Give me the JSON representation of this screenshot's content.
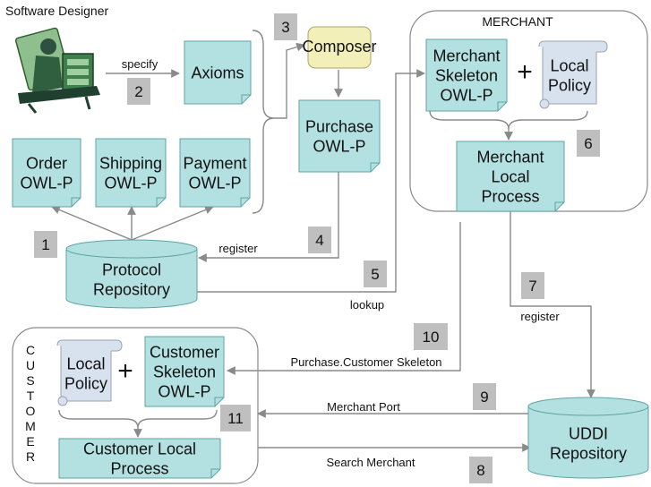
{
  "actor": {
    "title": "Software Designer",
    "icon": "designer-at-desk-icon"
  },
  "nodes": {
    "axioms": "Axioms",
    "composer": "Composer",
    "purchase": [
      "Purchase",
      "OWL-P"
    ],
    "order": [
      "Order",
      "OWL-P"
    ],
    "shipping": [
      "Shipping",
      "OWL-P"
    ],
    "payment": [
      "Payment",
      "OWL-P"
    ],
    "protocol_repo": [
      "Protocol",
      "Repository"
    ],
    "merchant_group_title": "MERCHANT",
    "merchant_skeleton": [
      "Merchant",
      "Skeleton",
      "OWL-P"
    ],
    "merchant_local_policy": [
      "Local",
      "Policy"
    ],
    "merchant_local_process": [
      "Merchant",
      "Local",
      "Process"
    ],
    "customer_group_title": [
      "C",
      "U",
      "S",
      "T",
      "O",
      "M",
      "E",
      "R"
    ],
    "customer_local_policy": [
      "Local",
      "Policy"
    ],
    "customer_skeleton": [
      "Customer",
      "Skeleton",
      "OWL-P"
    ],
    "customer_local_process": [
      "Customer Local",
      "Process"
    ],
    "uddi": [
      "UDDI",
      "Repository"
    ],
    "plus": "+"
  },
  "edge_labels": {
    "specify": "specify",
    "register_protocol": "register",
    "lookup": "lookup",
    "register_uddi": "register",
    "purchase_customer_skeleton": "Purchase.Customer Skeleton",
    "merchant_port": "Merchant Port",
    "search_merchant": "Search Merchant"
  },
  "steps": [
    "1",
    "2",
    "3",
    "4",
    "5",
    "6",
    "7",
    "8",
    "9",
    "10",
    "11"
  ],
  "colors": {
    "box_fill": "#b3e0e0",
    "box_stroke": "#5fa3a3",
    "composer_fill": "#f2efb8",
    "policy_fill": "#d8e1ee",
    "step_fill": "#bfbfbf",
    "arrow": "#8a8a8a"
  }
}
